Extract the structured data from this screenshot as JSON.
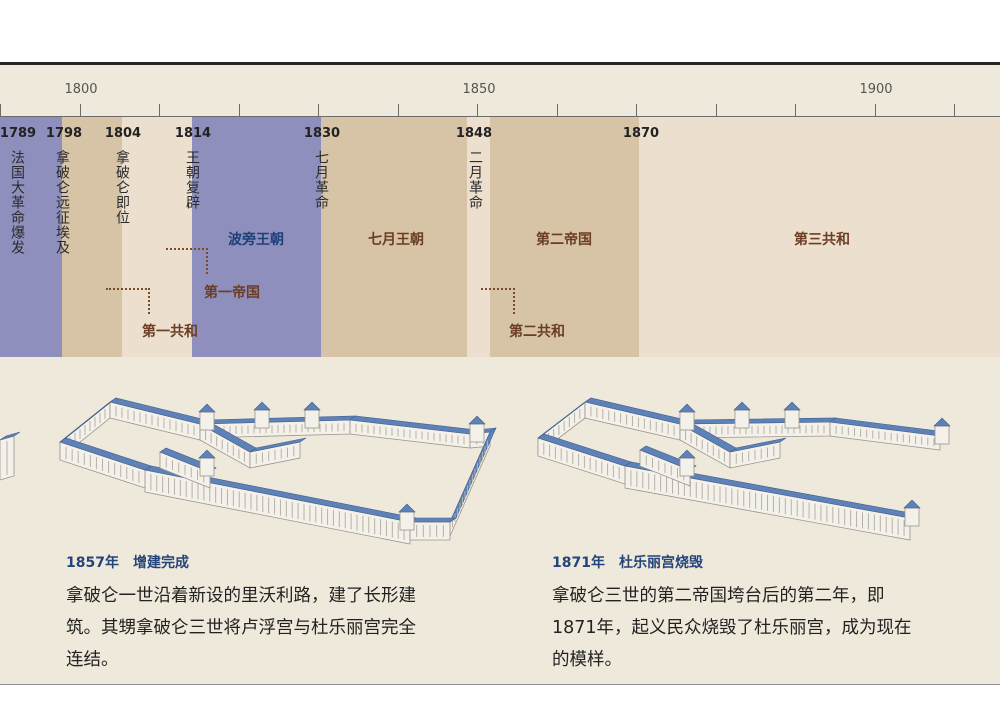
{
  "axis": {
    "ticks": [
      "1800",
      "1850",
      "1900"
    ]
  },
  "events": [
    {
      "year": "1789",
      "label": "法国大革命爆发"
    },
    {
      "year": "1798",
      "label": "拿破仑远征埃及"
    },
    {
      "year": "1804",
      "label": "拿破仑即位"
    },
    {
      "year": "1814",
      "label": "王朝复辟"
    },
    {
      "year": "1830",
      "label": "七月革命"
    },
    {
      "year": "1848",
      "label": "二月革命"
    },
    {
      "year": "1870",
      "label": ""
    }
  ],
  "periods": {
    "first_republic": "第一共和",
    "first_empire": "第一帝国",
    "bourbon": "波旁王朝",
    "july_monarchy": "七月王朝",
    "second_republic": "第二共和",
    "second_empire": "第二帝国",
    "third_republic": "第三共和"
  },
  "colors": {
    "blue_band": "#8e8fbd",
    "tan_band": "#d7c4a6",
    "light_band": "#ecdfce",
    "roof_blue": "#5e82b8"
  },
  "captions": [
    {
      "title": "1857年　增建完成",
      "text": "拿破仑一世沿着新设的里沃利路，建了长形建筑。其甥拿破仑三世将卢浮宫与杜乐丽宫完全连结。"
    },
    {
      "title": "1871年　杜乐丽宫烧毁",
      "text": "拿破仑三世的第二帝国垮台后的第二年，即1871年，起义民众烧毁了杜乐丽宫，成为现在的模样。"
    }
  ]
}
